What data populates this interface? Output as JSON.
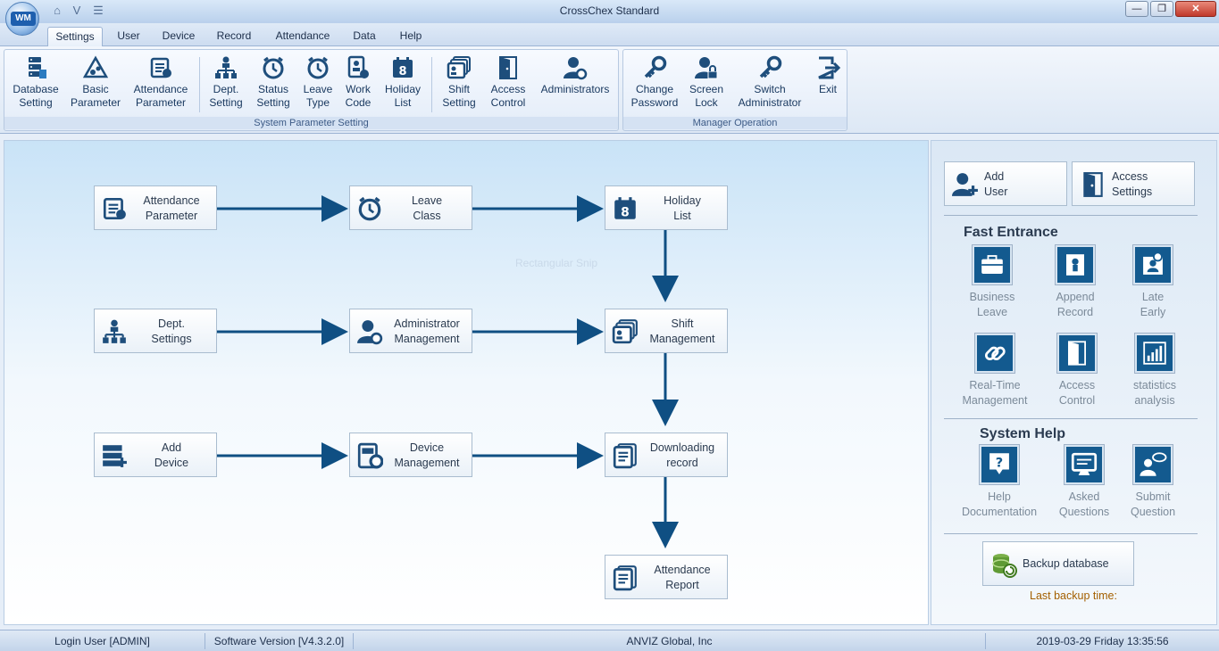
{
  "window": {
    "title": "CrossChex Standard",
    "logo_text": "WM",
    "controls": {
      "minimize": "—",
      "maximize": "❐",
      "close": "✕"
    }
  },
  "quick_access": [
    "home-icon",
    "v-icon",
    "dropdown-icon"
  ],
  "menu": {
    "tabs": [
      "Settings",
      "User",
      "Device",
      "Record",
      "Attendance",
      "Data",
      "Help"
    ],
    "active": "Settings"
  },
  "ribbon": {
    "groups": [
      {
        "label": "System Parameter Setting"
      },
      {
        "label": "Manager Operation"
      }
    ],
    "buttons": [
      {
        "line1": "Database",
        "line2": "Setting",
        "icon": "database-icon"
      },
      {
        "line1": "Basic",
        "line2": "Parameter",
        "icon": "gear-triangle-icon"
      },
      {
        "line1": "Attendance",
        "line2": "Parameter",
        "icon": "attendance-parameter-icon"
      },
      {
        "line1": "Dept.",
        "line2": "Setting",
        "icon": "org-chart-icon"
      },
      {
        "line1": "Status",
        "line2": "Setting",
        "icon": "alarm-clock-icon"
      },
      {
        "line1": "Leave",
        "line2": "Type",
        "icon": "alarm-clock-gear-icon"
      },
      {
        "line1": "Work",
        "line2": "Code",
        "icon": "work-code-icon"
      },
      {
        "line1": "Holiday",
        "line2": "List",
        "icon": "calendar-icon"
      },
      {
        "line1": "Shift",
        "line2": "Setting",
        "icon": "shift-icon"
      },
      {
        "line1": "Access",
        "line2": "Control",
        "icon": "door-icon"
      },
      {
        "line1": "Administrators",
        "line2": "",
        "icon": "admin-user-icon"
      },
      {
        "line1": "Change",
        "line2": "Password",
        "icon": "key-icon"
      },
      {
        "line1": "Screen",
        "line2": "Lock",
        "icon": "lock-user-icon"
      },
      {
        "line1": "Switch",
        "line2": "Administrator",
        "icon": "switch-key-icon"
      },
      {
        "line1": "Exit",
        "line2": "",
        "icon": "exit-icon"
      }
    ]
  },
  "flow": {
    "nodes": [
      {
        "line1": "Attendance",
        "line2": "Parameter"
      },
      {
        "line1": "Leave",
        "line2": "Class"
      },
      {
        "line1": "Holiday",
        "line2": "List"
      },
      {
        "line1": "Dept.",
        "line2": "Settings"
      },
      {
        "line1": "Administrator",
        "line2": "Management"
      },
      {
        "line1": "Shift",
        "line2": "Management"
      },
      {
        "line1": "Add",
        "line2": "Device"
      },
      {
        "line1": "Device",
        "line2": "Management"
      },
      {
        "line1": "Downloading",
        "line2": "record"
      },
      {
        "line1": "Attendance",
        "line2": "Report"
      }
    ],
    "ghost_text": "Rectangular Snip"
  },
  "side": {
    "top_buttons": [
      {
        "line1": "Add",
        "line2": "User"
      },
      {
        "line1": "Access",
        "line2": "Settings"
      }
    ],
    "fast_entrance": {
      "title": "Fast Entrance",
      "items": [
        {
          "line1": "Business",
          "line2": "Leave",
          "icon": "briefcase-icon"
        },
        {
          "line1": "Append",
          "line2": "Record",
          "icon": "append-record-icon"
        },
        {
          "line1": "Late",
          "line2": "Early",
          "icon": "late-early-icon"
        },
        {
          "line1": "Real-Time",
          "line2": "Management",
          "icon": "link-icon"
        },
        {
          "line1": "Access",
          "line2": "Control",
          "icon": "door-icon"
        },
        {
          "line1": "statistics",
          "line2": "analysis",
          "icon": "bar-chart-icon"
        }
      ]
    },
    "system_help": {
      "title": "System Help",
      "items": [
        {
          "line1": "Help",
          "line2": "Documentation",
          "icon": "help-icon"
        },
        {
          "line1": "Asked",
          "line2": "Questions",
          "icon": "monitor-chat-icon"
        },
        {
          "line1": "Submit",
          "line2": "Question",
          "icon": "submit-question-icon"
        }
      ]
    },
    "backup": {
      "label": "Backup database",
      "last_backup": "Last backup time:"
    }
  },
  "status": {
    "login_user": "Login User [ADMIN]",
    "version": "Software Version [V4.3.2.0]",
    "company": "ANVIZ Global, Inc",
    "datetime": "2019-03-29 Friday 13:35:56"
  }
}
